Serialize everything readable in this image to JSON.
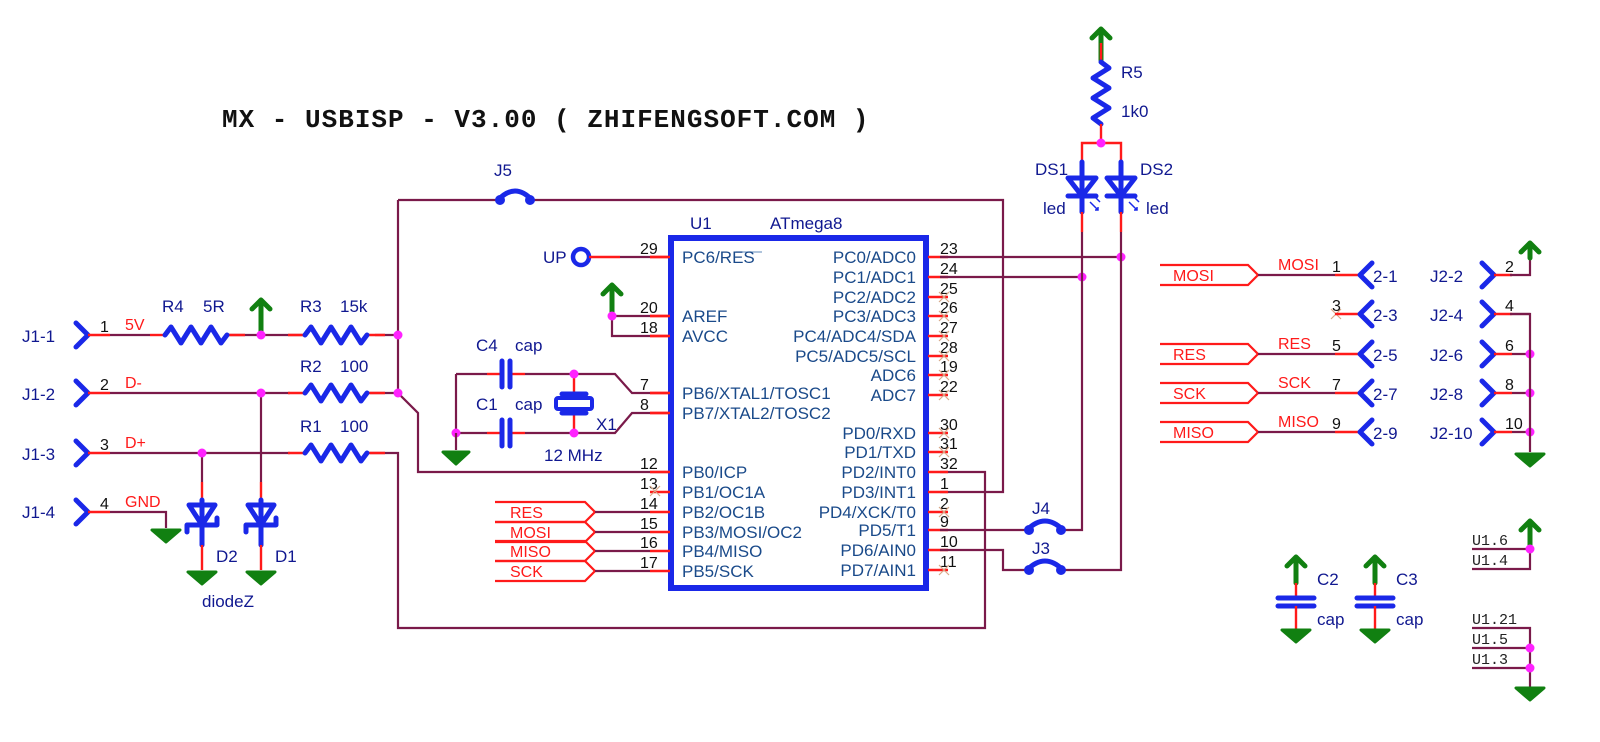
{
  "title": "MX - USBISP - V3.00 ( ZHIFENGSOFT.COM )",
  "colors": {
    "wire": "#7a1a4a",
    "pin": "#ff1a1a",
    "symbol": "#1a28e8",
    "power": "#118011",
    "junction": "#ff22ff",
    "net_label": "#ff1a1a",
    "ref_label": "#101890"
  },
  "j1": {
    "pins": [
      {
        "ref": "J1-1",
        "num": "1",
        "net": "5V"
      },
      {
        "ref": "J1-2",
        "num": "2",
        "net": "D-"
      },
      {
        "ref": "J1-3",
        "num": "3",
        "net": "D+"
      },
      {
        "ref": "J1-4",
        "num": "4",
        "net": "GND"
      }
    ]
  },
  "resistors": {
    "r4": {
      "ref": "R4",
      "value": "5R"
    },
    "r3": {
      "ref": "R3",
      "value": "15k"
    },
    "r2": {
      "ref": "R2",
      "value": "100"
    },
    "r1": {
      "ref": "R1",
      "value": "100"
    },
    "r5": {
      "ref": "R5",
      "value": "1k0"
    }
  },
  "diodes": {
    "d1": "D1",
    "d2": "D2",
    "type": "diodeZ"
  },
  "leds": {
    "ds1": "DS1",
    "ds2": "DS2",
    "type": "led"
  },
  "jumpers": {
    "j5": "J5",
    "j4": "J4",
    "j3": "J3"
  },
  "caps": {
    "c4": {
      "ref": "C4",
      "value": "cap"
    },
    "c1": {
      "ref": "C1",
      "value": "cap"
    },
    "c2": {
      "ref": "C2",
      "value": "cap"
    },
    "c3": {
      "ref": "C3",
      "value": "cap"
    }
  },
  "crystal": {
    "ref": "X1",
    "value": "12 MHz"
  },
  "up_terminal": "UP",
  "u1": {
    "ref": "U1",
    "part": "ATmega8",
    "left_pins": [
      {
        "num": "29",
        "name": "PC6/RES"
      },
      {
        "num": "20",
        "name": "AREF"
      },
      {
        "num": "18",
        "name": "AVCC"
      },
      {
        "num": "7",
        "name": "PB6/XTAL1/TOSC1"
      },
      {
        "num": "8",
        "name": "PB7/XTAL2/TOSC2"
      },
      {
        "num": "12",
        "name": "PB0/ICP"
      },
      {
        "num": "13",
        "name": "PB1/OC1A"
      },
      {
        "num": "14",
        "name": "PB2/OC1B"
      },
      {
        "num": "15",
        "name": "PB3/MOSI/OC2"
      },
      {
        "num": "16",
        "name": "PB4/MISO"
      },
      {
        "num": "17",
        "name": "PB5/SCK"
      }
    ],
    "right_pins": [
      {
        "num": "23",
        "name": "PC0/ADC0"
      },
      {
        "num": "24",
        "name": "PC1/ADC1"
      },
      {
        "num": "25",
        "name": "PC2/ADC2"
      },
      {
        "num": "26",
        "name": "PC3/ADC3"
      },
      {
        "num": "27",
        "name": "PC4/ADC4/SDA"
      },
      {
        "num": "28",
        "name": "PC5/ADC5/SCL"
      },
      {
        "num": "19",
        "name": "ADC6"
      },
      {
        "num": "22",
        "name": "ADC7"
      },
      {
        "num": "30",
        "name": "PD0/RXD"
      },
      {
        "num": "31",
        "name": "PD1/TXD"
      },
      {
        "num": "32",
        "name": "PD2/INT0"
      },
      {
        "num": "1",
        "name": "PD3/INT1"
      },
      {
        "num": "2",
        "name": "PD4/XCK/T0"
      },
      {
        "num": "9",
        "name": "PD5/T1"
      },
      {
        "num": "10",
        "name": "PD6/AIN0"
      },
      {
        "num": "11",
        "name": "PD7/AIN1"
      }
    ]
  },
  "u1_ports": [
    "RES",
    "MOSI",
    "MISO",
    "SCK"
  ],
  "j2_odd": [
    {
      "port": "MOSI",
      "net": "MOSI",
      "num": "1",
      "ref": "2-1"
    },
    {
      "port": "",
      "net": "",
      "num": "3",
      "ref": "2-3"
    },
    {
      "port": "RES",
      "net": "RES",
      "num": "5",
      "ref": "2-5"
    },
    {
      "port": "SCK",
      "net": "SCK",
      "num": "7",
      "ref": "2-7"
    },
    {
      "port": "MISO",
      "net": "MISO",
      "num": "9",
      "ref": "2-9"
    }
  ],
  "j2_even": [
    {
      "ref": "J2-2",
      "num": "2"
    },
    {
      "ref": "J2-4",
      "num": "4"
    },
    {
      "ref": "J2-6",
      "num": "6"
    },
    {
      "ref": "J2-8",
      "num": "8"
    },
    {
      "ref": "J2-10",
      "num": "10"
    }
  ],
  "power_nets": {
    "vcc": [
      "U1.6",
      "U1.4"
    ],
    "gnd": [
      "U1.21",
      "U1.5",
      "U1.3"
    ]
  }
}
